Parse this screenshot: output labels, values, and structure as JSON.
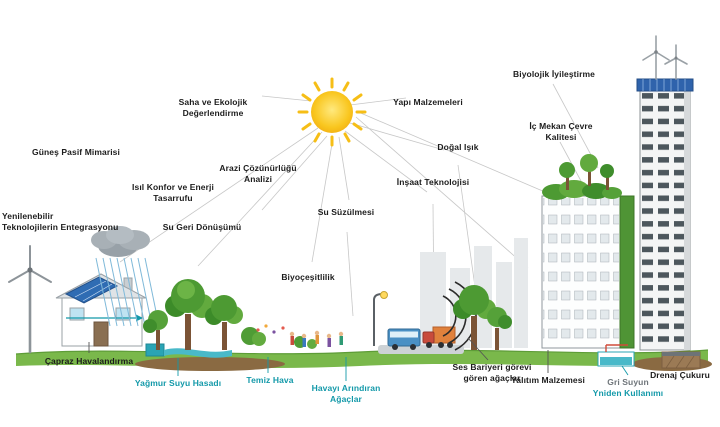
{
  "diagram": {
    "labels": {
      "gunes_pasif_mimarisi": "Güneş Pasif Mimarisi",
      "saha_ekolojik": "Saha ve Ekolojik Değerlendirme",
      "yapi_malzemeleri": "Yapı Malzemeleri",
      "biyolojik_iyilestirme": "Biyolojik İyileştirme",
      "ic_mekan_cevre_kalitesi": "İç Mekan Çevre Kalitesi",
      "dogal_isik": "Doğal Işık",
      "insaat_teknolojisi": "İnşaat Teknolojisi",
      "arazi_cozunurlugu_analizi": "Arazi Çözünürlüğü Analizi",
      "isil_konfor": "Isıl Konfor ve Enerji Tasarrufu",
      "su_geri_donusumu": "Su Geri Dönüşümü",
      "su_suzulmesi": "Su Süzülmesi",
      "yenilenebilir_l1": "Yenilenebilir",
      "yenilenebilir_l2": "Teknolojilerin Entegrasyonu",
      "biyocesitlilik": "Biyoçeşitlilik",
      "capraz_havalandirma": "Çapraz Havalandırma",
      "yagmur_suyu_hasadi": "Yağmur Suyu Hasadı",
      "temiz_hava": "Temiz Hava",
      "havayi_arindiran_agaclar": "Havayı Arındıran Ağaçlar",
      "ses_bariyeri": "Ses Bariyeri görevi gören ağaçlar",
      "yalitim_malzemesi": "Yalıtım Malzemesi",
      "gri_suyun_l1": "Gri Suyun",
      "gri_suyun_l2": "Yniden Kullanımı",
      "drenaj_cukuru": "Drenaj Çukuru"
    },
    "colors": {
      "teal_label": "#1399a9",
      "text": "#1c1c1c",
      "sun_yellow": "#f6be16",
      "grass_green": "#7ab84b",
      "solar_blue": "#2f63ac"
    }
  }
}
